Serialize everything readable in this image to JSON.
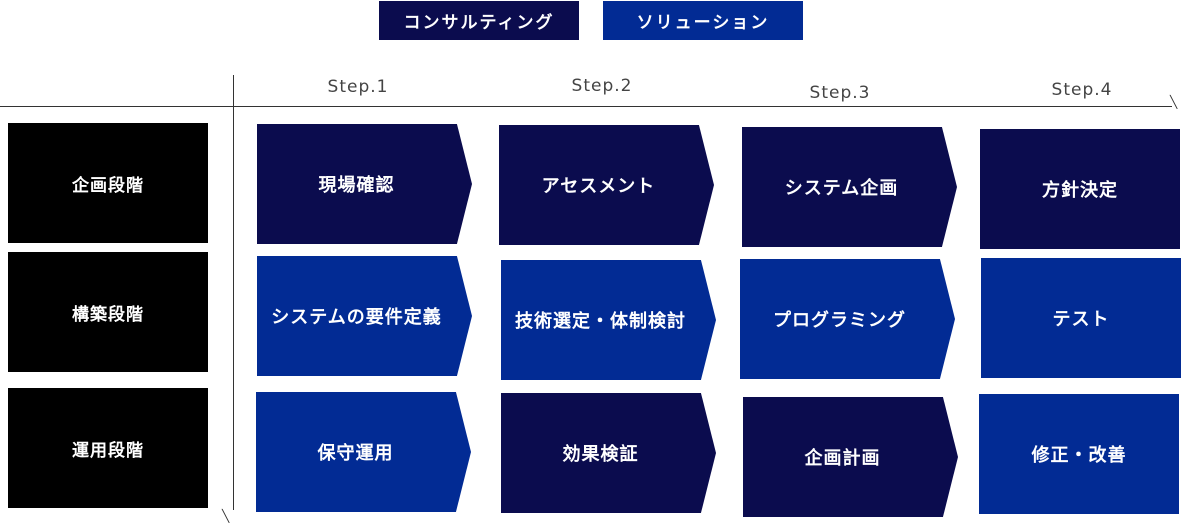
{
  "legend": {
    "consulting": {
      "label": "コンサルティング",
      "color": "#0b0c4e"
    },
    "solution": {
      "label": "ソリューション",
      "color": "#022b94"
    }
  },
  "steps": [
    "Step.1",
    "Step.2",
    "Step.3",
    "Step.4"
  ],
  "phases": [
    "企画段階",
    "構築段階",
    "運用段階"
  ],
  "tasks": [
    [
      "現場確認",
      "アセスメント",
      "システム企画",
      "方針決定"
    ],
    [
      "システムの要件定義",
      "技術選定・体制検討",
      "プログラミング",
      "テスト"
    ],
    [
      "保守運用",
      "効果検証",
      "企画計画",
      "修正・改善"
    ]
  ]
}
